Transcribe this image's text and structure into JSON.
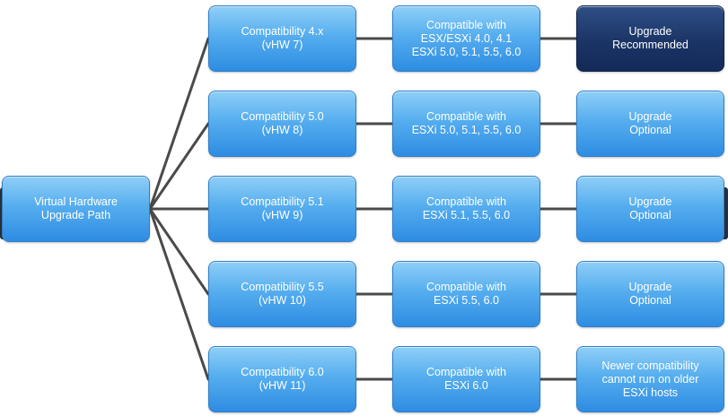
{
  "root": {
    "label": "Virtual Hardware\nUpgrade Path"
  },
  "rows": [
    {
      "compatibility": "Compatibility 4.x\n(vHW 7)",
      "compatible_with": "Compatible with\nESX/ESXi 4.0, 4.1\nESXi 5.0, 5.1, 5.5, 6.0",
      "recommendation": "Upgrade\nRecommended",
      "recommendation_style": "dark"
    },
    {
      "compatibility": "Compatibility 5.0\n(vHW 8)",
      "compatible_with": "Compatible with\nESXi 5.0, 5.1, 5.5, 6.0",
      "recommendation": "Upgrade\nOptional",
      "recommendation_style": "light"
    },
    {
      "compatibility": "Compatibility 5.1\n(vHW 9)",
      "compatible_with": "Compatible with\nESXi 5.1, 5.5, 6.0",
      "recommendation": "Upgrade\nOptional",
      "recommendation_style": "light"
    },
    {
      "compatibility": "Compatibility 5.5\n(vHW 10)",
      "compatible_with": "Compatible with\nESXi 5.5, 6.0",
      "recommendation": "Upgrade\nOptional",
      "recommendation_style": "light"
    },
    {
      "compatibility": "Compatibility 6.0\n(vHW 11)",
      "compatible_with": "Compatible with\nESXi 6.0",
      "recommendation": "Newer compatibility\ncannot run on older\nESXi hosts",
      "recommendation_style": "light"
    }
  ],
  "colors": {
    "node_light": "#4aa6ec",
    "node_dark": "#1b3466",
    "connector": "#4a4a4a",
    "edge_tab": "#2b2f38"
  }
}
